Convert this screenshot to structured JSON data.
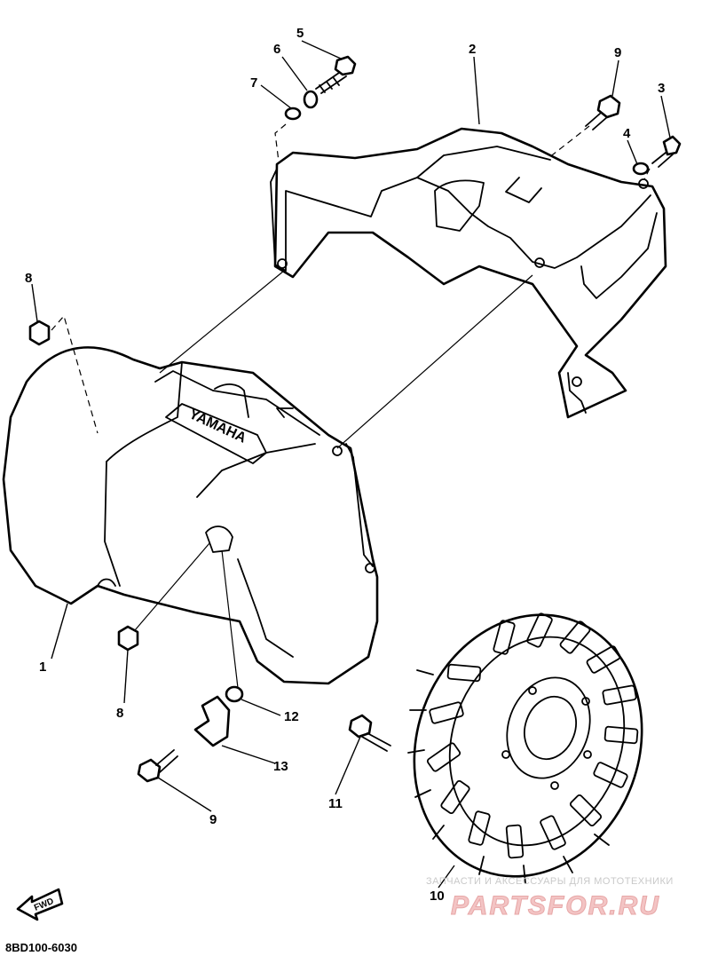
{
  "diagram": {
    "callouts": {
      "c1": "1",
      "c2": "2",
      "c3": "3",
      "c4": "4",
      "c5": "5",
      "c6": "6",
      "c7": "7",
      "c8a": "8",
      "c8b": "8",
      "c9a": "9",
      "c9b": "9",
      "c10": "10",
      "c11": "11",
      "c12": "12",
      "c13": "13"
    },
    "logo_text": "YAMAHA",
    "fwd_label": "FWD",
    "diagram_code": "8BD100-6030"
  },
  "watermark": {
    "top_text": "ЗАПЧАСТИ И АКСЕССУАРЫ ДЛЯ МОТОТЕХНИКИ",
    "main_text": "PARTSFOR.RU"
  }
}
